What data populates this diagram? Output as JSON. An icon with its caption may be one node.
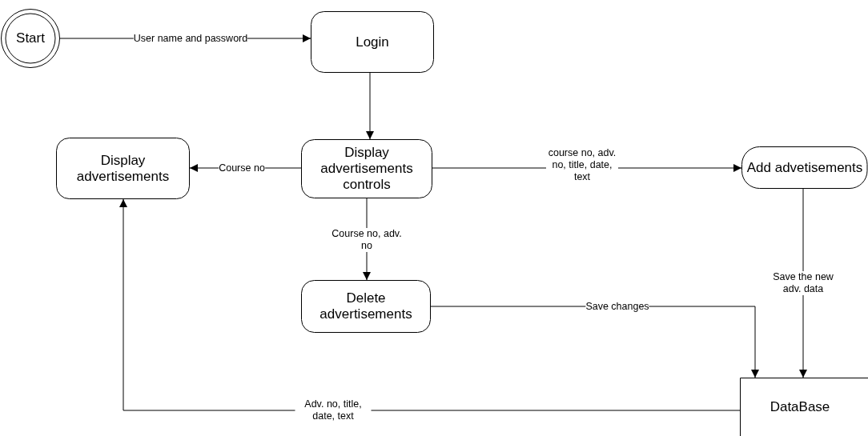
{
  "diagram": {
    "nodes": [
      {
        "text": [
          "Start"
        ]
      },
      {
        "text": [
          "Login"
        ]
      },
      {
        "text": [
          "Display advertisements"
        ]
      },
      {
        "text": [
          "Display advertisements controls"
        ]
      },
      {
        "text": [
          "Add advetisements"
        ]
      },
      {
        "text": [
          "Delete advertisements"
        ]
      },
      {
        "text": [
          "DataBase"
        ]
      }
    ],
    "edges": [
      {
        "from": 0,
        "to": 1,
        "arrow": "to",
        "label": "User name and password"
      },
      {
        "from": 1,
        "to": 3,
        "arrow": "to"
      },
      {
        "from": 3,
        "to": 2,
        "arrow": "to",
        "label": "Course no"
      },
      {
        "from": 3,
        "to": 4,
        "arrow": "to",
        "label": "course no, adv. no, title, date, text"
      },
      {
        "from": 3,
        "to": 5,
        "arrow": "to",
        "label": "Course no, adv. no"
      },
      {
        "from": 5,
        "to": 6,
        "arrow": "to",
        "label": "Save changes"
      },
      {
        "from": 4,
        "to": 6,
        "arrow": "to",
        "label": "Save the new adv. data"
      },
      {
        "from": 6,
        "to": 2,
        "arrow": "to",
        "label": "Adv. no, title, date, text"
      }
    ]
  }
}
